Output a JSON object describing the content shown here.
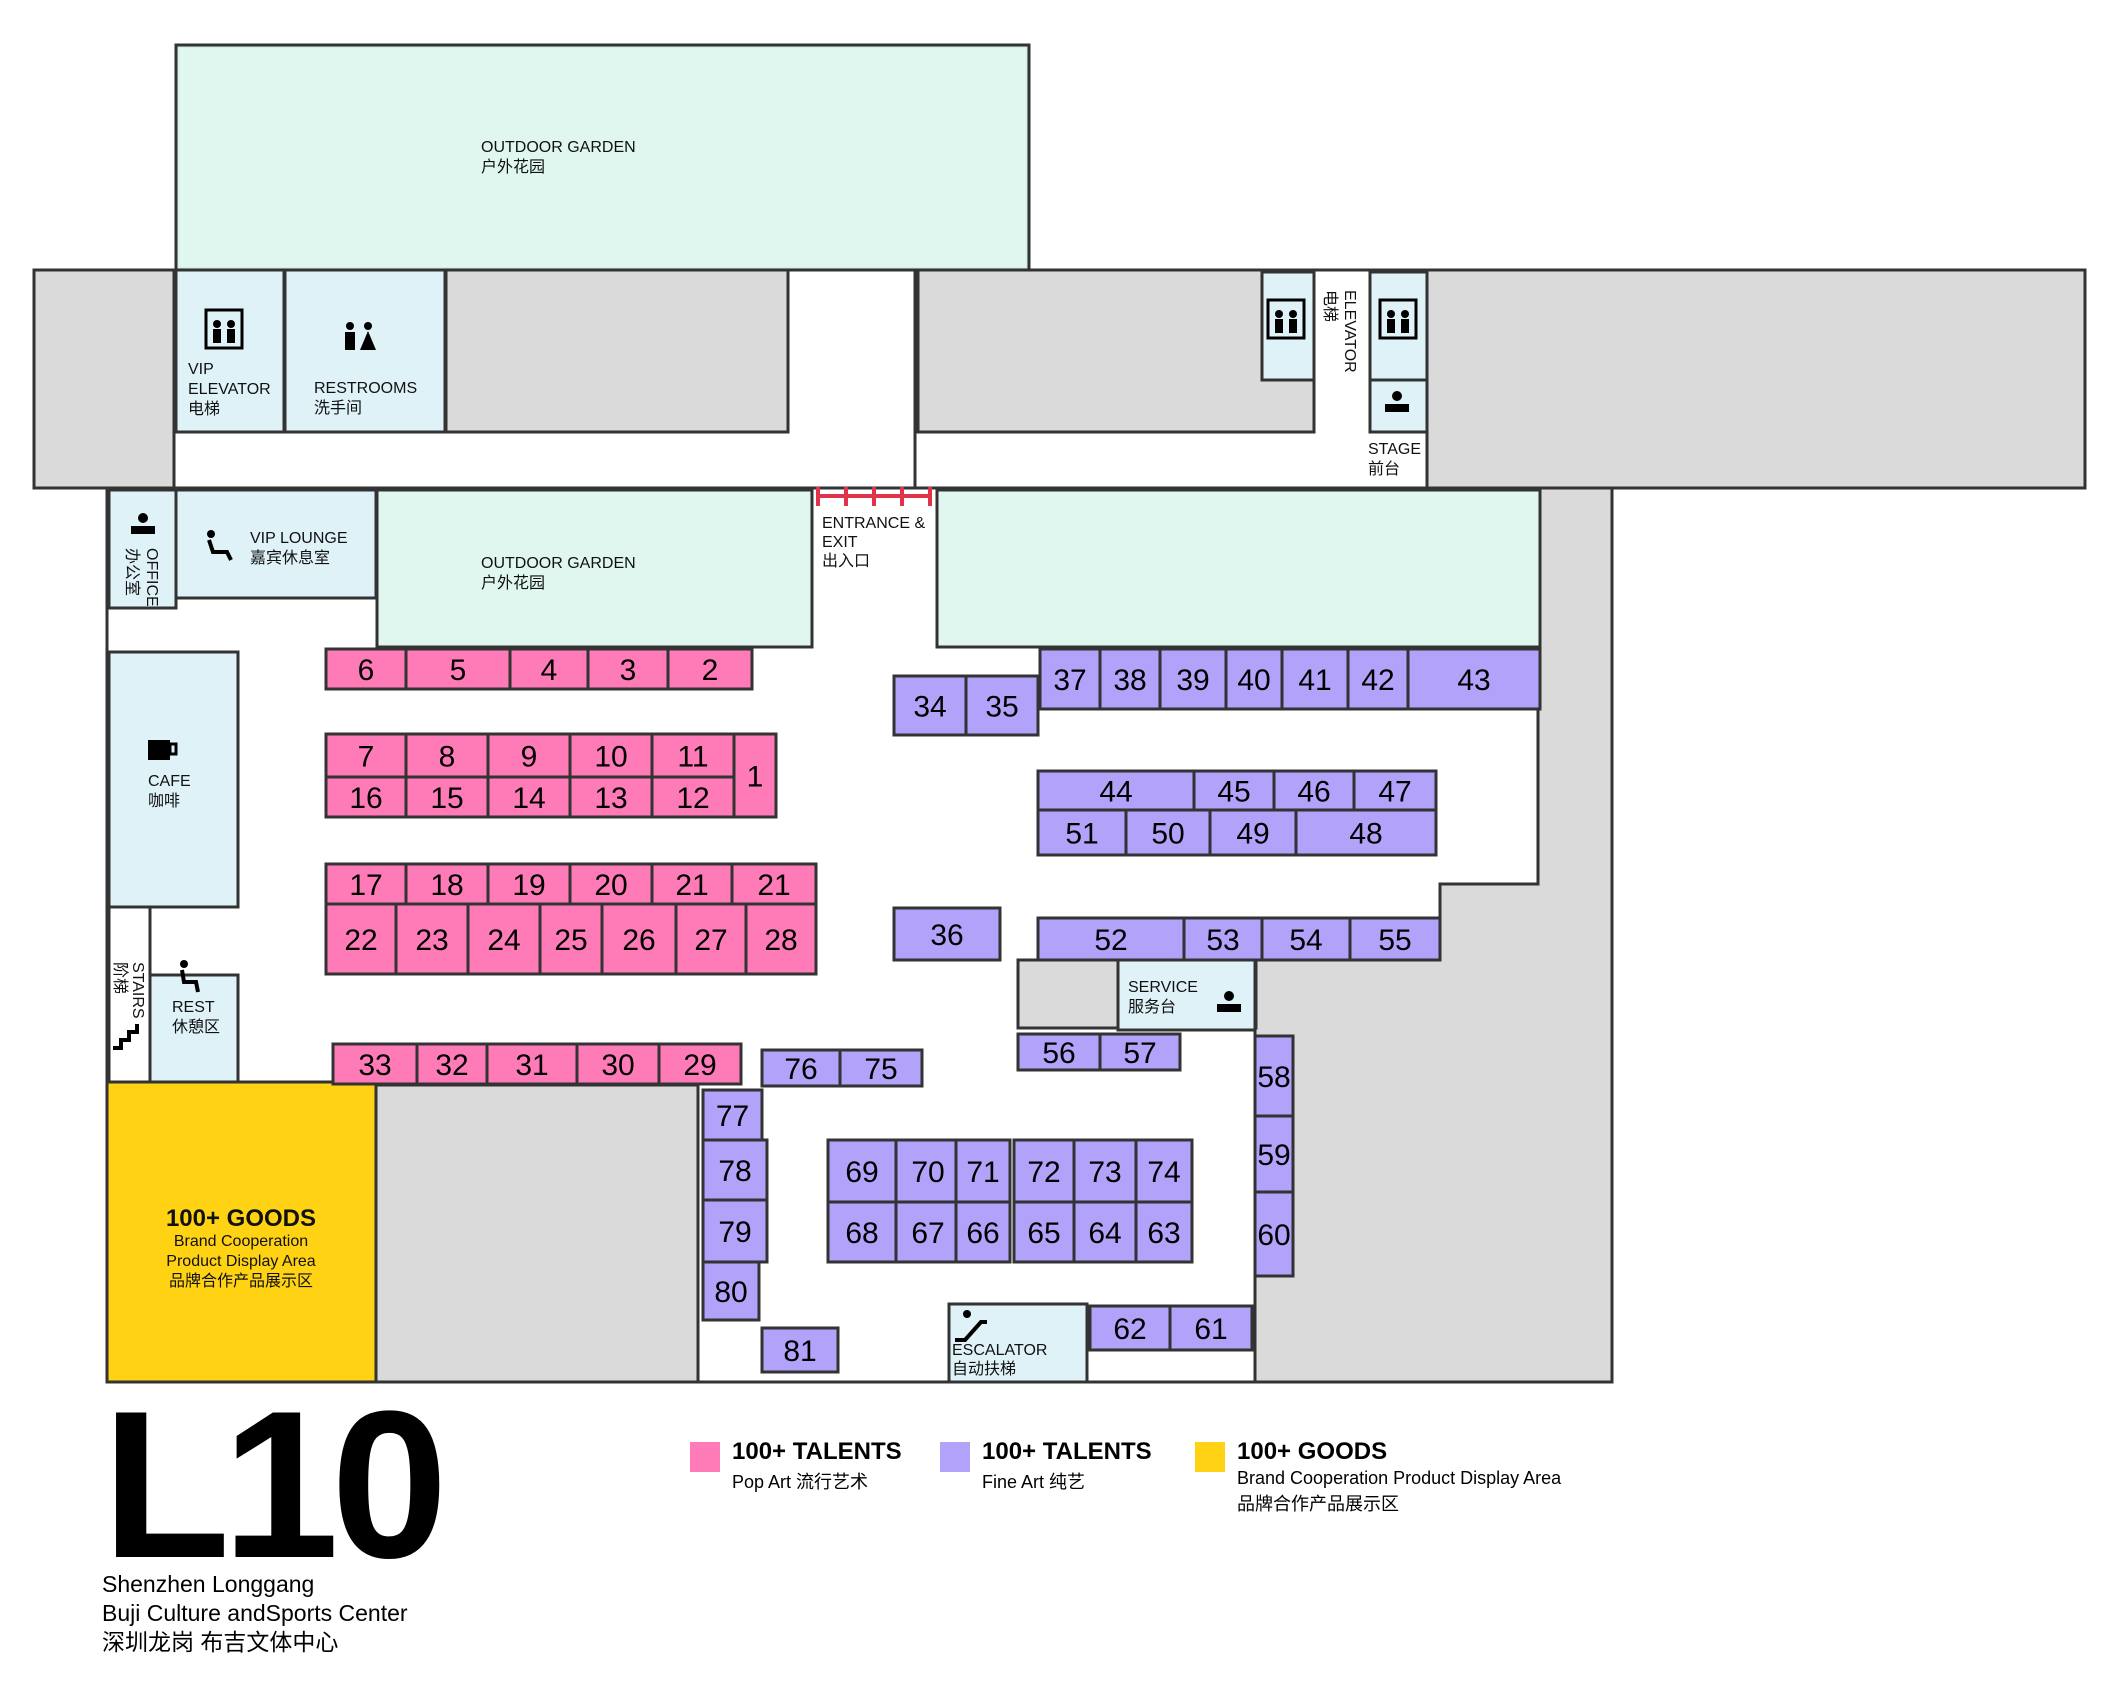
{
  "colors": {
    "pop_art": "#ff7bb8",
    "fine_art": "#b2a2f9",
    "goods": "#ffd214",
    "garden": "#dff7ee",
    "facility": "#dff2f8",
    "blocked": "#dadada",
    "wall": "#333333"
  },
  "floor": {
    "code": "L10",
    "venue_en_line1": "Shenzhen Longgang",
    "venue_en_line2": "Buji Culture andSports Center",
    "venue_cn": "深圳龙岗  布吉文体中心"
  },
  "areas": {
    "outdoor_garden_top": {
      "en": "OUTDOOR GARDEN",
      "cn": "户外花园"
    },
    "outdoor_garden_mid": {
      "en": "OUTDOOR GARDEN",
      "cn": "户外花园"
    },
    "vip_elevator": {
      "en1": "VIP",
      "en2": "ELEVATOR",
      "cn": "电梯",
      "icon": "elevator-icon"
    },
    "restrooms": {
      "en": "RESTROOMS",
      "cn": "洗手间",
      "icon": "restroom-icon"
    },
    "elevator_right": {
      "en": "ELEVATOR",
      "cn": "电梯",
      "icon": "elevator-icon"
    },
    "stage": {
      "en": "STAGE",
      "cn": "前台",
      "icon": "desk-person-icon"
    },
    "entrance": {
      "en1": "ENTRANCE &",
      "en2": "EXIT",
      "cn": "出入口"
    },
    "office": {
      "en": "OFFICE",
      "cn": "办公室",
      "icon": "desk-person-icon"
    },
    "vip_lounge": {
      "en": "VIP LOUNGE",
      "cn": "嘉宾休息室",
      "icon": "lounge-chair-icon"
    },
    "cafe": {
      "en": "CAFE",
      "cn": "咖啡",
      "icon": "coffee-cup-icon"
    },
    "stairs": {
      "en": "STAIRS",
      "cn": "阶梯",
      "icon": "stairs-icon"
    },
    "rest": {
      "en": "REST",
      "cn": "休憩区",
      "icon": "seated-person-icon"
    },
    "service": {
      "en": "SERVICE",
      "cn": "服务台",
      "icon": "desk-person-icon"
    },
    "escalator": {
      "en": "ESCALATOR",
      "cn": "自动扶梯",
      "icon": "escalator-icon"
    },
    "goods_area": {
      "title": "100+ GOODS",
      "line1": "Brand Cooperation",
      "line2": "Product Display Area",
      "cn": "品牌合作产品展示区"
    }
  },
  "booths": {
    "pop_art": [
      {
        "n": "6"
      },
      {
        "n": "5"
      },
      {
        "n": "4"
      },
      {
        "n": "3"
      },
      {
        "n": "2"
      },
      {
        "n": "7"
      },
      {
        "n": "8"
      },
      {
        "n": "9"
      },
      {
        "n": "10"
      },
      {
        "n": "11"
      },
      {
        "n": "1"
      },
      {
        "n": "16"
      },
      {
        "n": "15"
      },
      {
        "n": "14"
      },
      {
        "n": "13"
      },
      {
        "n": "12"
      },
      {
        "n": "17"
      },
      {
        "n": "18"
      },
      {
        "n": "19"
      },
      {
        "n": "20"
      },
      {
        "n": "21"
      },
      {
        "n": "21"
      },
      {
        "n": "22"
      },
      {
        "n": "23"
      },
      {
        "n": "24"
      },
      {
        "n": "25"
      },
      {
        "n": "26"
      },
      {
        "n": "27"
      },
      {
        "n": "28"
      },
      {
        "n": "33"
      },
      {
        "n": "32"
      },
      {
        "n": "31"
      },
      {
        "n": "30"
      },
      {
        "n": "29"
      }
    ],
    "fine_art": [
      {
        "n": "34"
      },
      {
        "n": "35"
      },
      {
        "n": "37"
      },
      {
        "n": "38"
      },
      {
        "n": "39"
      },
      {
        "n": "40"
      },
      {
        "n": "41"
      },
      {
        "n": "42"
      },
      {
        "n": "43"
      },
      {
        "n": "44"
      },
      {
        "n": "45"
      },
      {
        "n": "46"
      },
      {
        "n": "47"
      },
      {
        "n": "51"
      },
      {
        "n": "50"
      },
      {
        "n": "49"
      },
      {
        "n": "48"
      },
      {
        "n": "36"
      },
      {
        "n": "52"
      },
      {
        "n": "53"
      },
      {
        "n": "54"
      },
      {
        "n": "55"
      },
      {
        "n": "56"
      },
      {
        "n": "57"
      },
      {
        "n": "76"
      },
      {
        "n": "75"
      },
      {
        "n": "77"
      },
      {
        "n": "78"
      },
      {
        "n": "79"
      },
      {
        "n": "80"
      },
      {
        "n": "81"
      },
      {
        "n": "69"
      },
      {
        "n": "70"
      },
      {
        "n": "71"
      },
      {
        "n": "72"
      },
      {
        "n": "73"
      },
      {
        "n": "74"
      },
      {
        "n": "68"
      },
      {
        "n": "67"
      },
      {
        "n": "66"
      },
      {
        "n": "65"
      },
      {
        "n": "64"
      },
      {
        "n": "63"
      },
      {
        "n": "58"
      },
      {
        "n": "59"
      },
      {
        "n": "60"
      },
      {
        "n": "62"
      },
      {
        "n": "61"
      }
    ]
  },
  "legend": [
    {
      "title": "100+ TALENTS",
      "sub1": "Pop Art  流行艺术",
      "sub2": "",
      "color": "#ff7bb8"
    },
    {
      "title": "100+ TALENTS",
      "sub1": "Fine Art  纯艺",
      "sub2": "",
      "color": "#b2a2f9"
    },
    {
      "title": "100+ GOODS",
      "sub1": "Brand Cooperation Product Display Area",
      "sub2": "品牌合作产品展示区",
      "color": "#ffd214"
    }
  ]
}
